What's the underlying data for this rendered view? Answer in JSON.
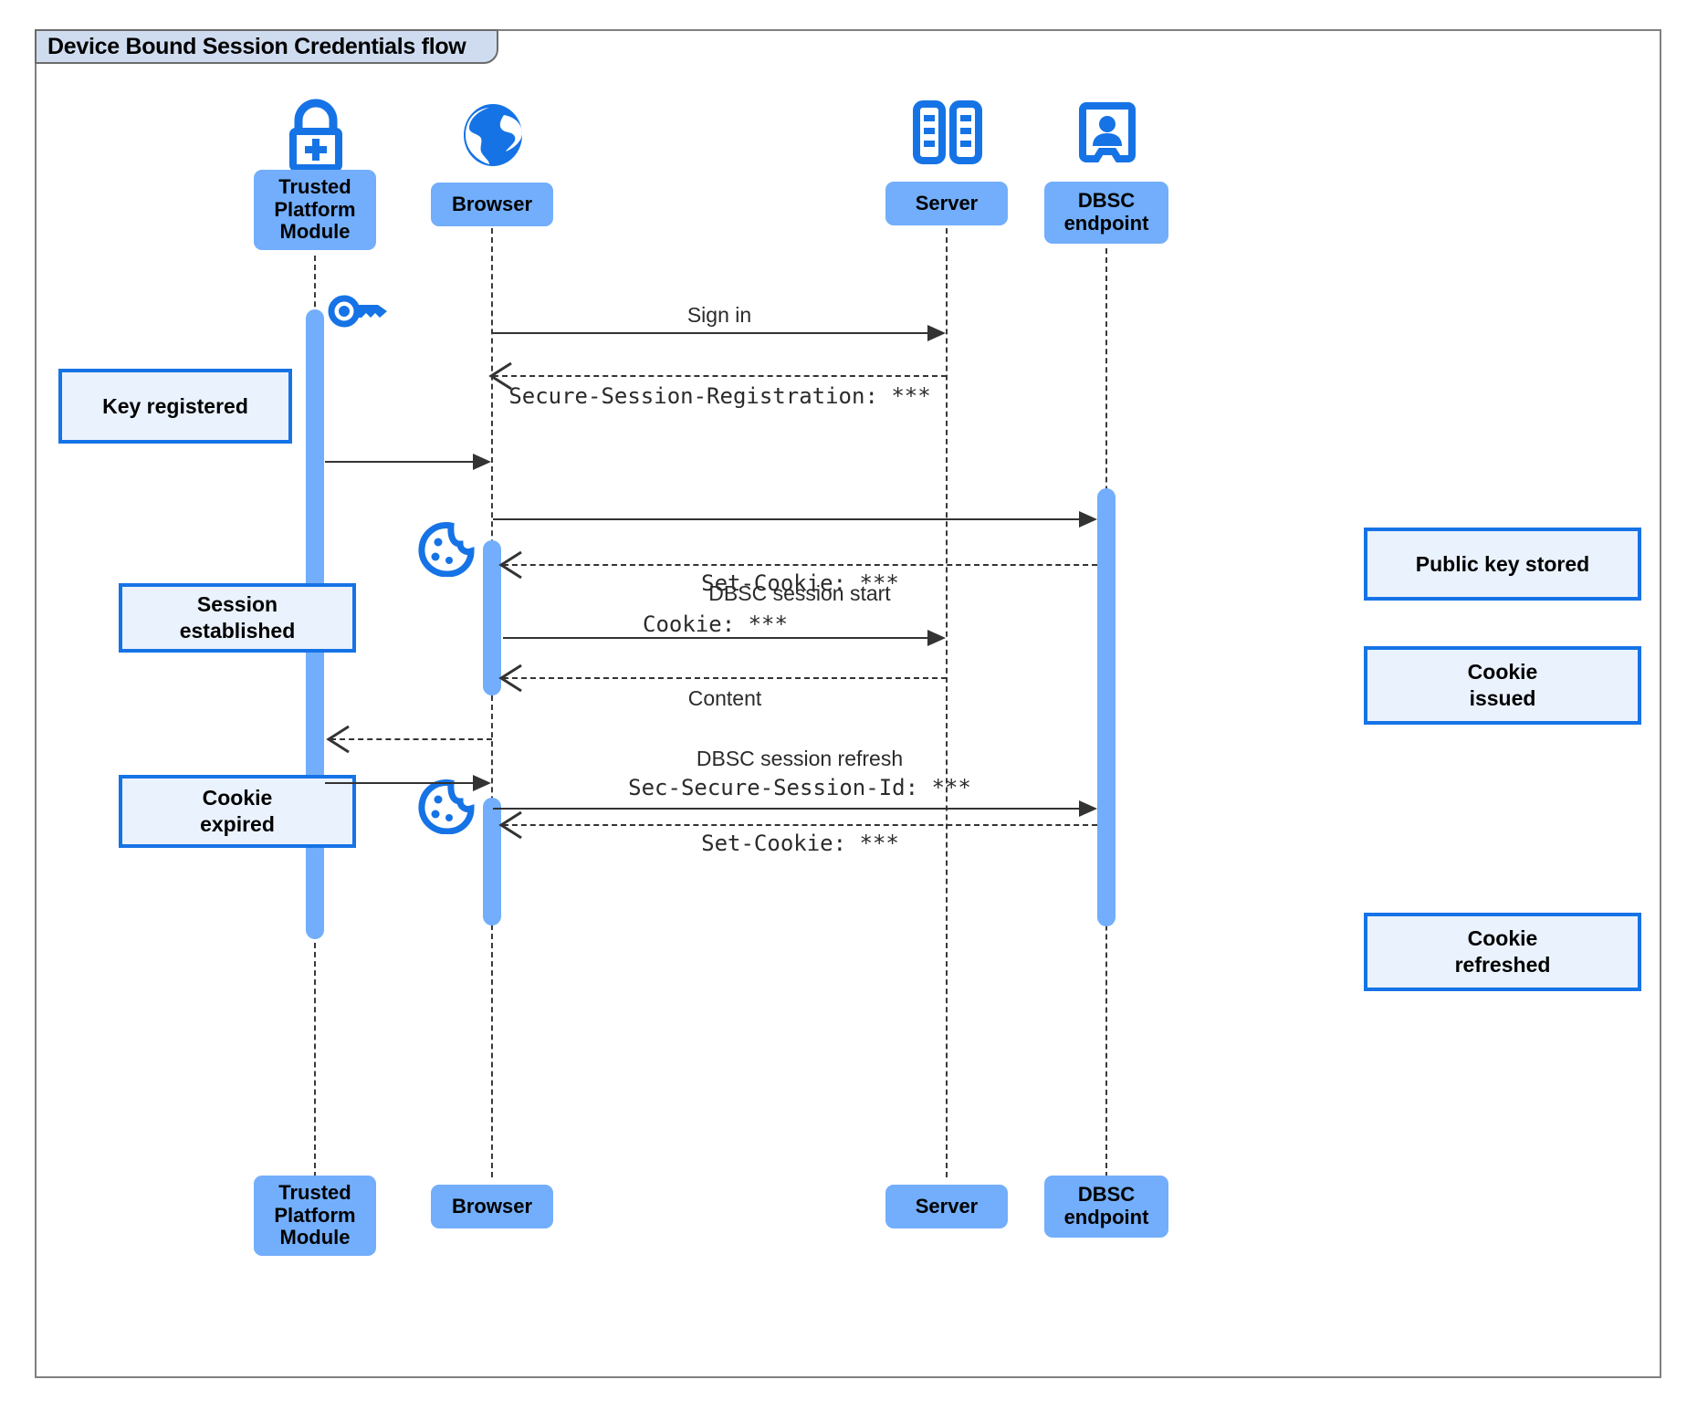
{
  "diagram": {
    "title": "Device Bound Session Credentials flow",
    "type": "sequence-diagram",
    "accent_color": "#1673e6",
    "participant_fill": "#72aefb",
    "note_fill": "#eaf2fd",
    "title_fill": "#cfdcf0"
  },
  "participants": [
    {
      "id": "tpm",
      "label": "Trusted\nPlatform\nModule",
      "icon": "lock-plus-icon"
    },
    {
      "id": "browser",
      "label": "Browser",
      "icon": "globe-icon"
    },
    {
      "id": "server",
      "label": "Server",
      "icon": "server-racks-icon"
    },
    {
      "id": "dbsc",
      "label": "DBSC\nendpoint",
      "icon": "id-badge-icon"
    }
  ],
  "participants_footer": [
    {
      "id": "tpm",
      "label": "Trusted\nPlatform\nModule"
    },
    {
      "id": "browser",
      "label": "Browser"
    },
    {
      "id": "server",
      "label": "Server"
    },
    {
      "id": "dbsc",
      "label": "DBSC\nendpoint"
    }
  ],
  "messages": [
    {
      "id": "m1",
      "text": "Sign in",
      "style": "sans",
      "from": "browser",
      "to": "server",
      "line": "solid"
    },
    {
      "id": "m2",
      "text": "Secure-Session-Registration: ***",
      "style": "mono",
      "from": "server",
      "to": "browser",
      "line": "dashed"
    },
    {
      "id": "m3",
      "text": "",
      "style": "sans",
      "from": "tpm",
      "to": "browser",
      "line": "solid"
    },
    {
      "id": "m4",
      "text": "DBSC session start",
      "style": "sans",
      "from": "browser",
      "to": "dbsc",
      "line": "solid"
    },
    {
      "id": "m5",
      "text": "Set-Cookie: ***",
      "style": "mono",
      "from": "dbsc",
      "to": "browser",
      "line": "dashed"
    },
    {
      "id": "m6",
      "text": "Cookie: ***",
      "style": "mono",
      "from": "browser",
      "to": "server",
      "line": "solid"
    },
    {
      "id": "m7",
      "text": "Content",
      "style": "sans",
      "from": "server",
      "to": "browser",
      "line": "dashed"
    },
    {
      "id": "m8",
      "text": "",
      "style": "sans",
      "from": "browser",
      "to": "tpm",
      "line": "dashed"
    },
    {
      "id": "m9",
      "text": "DBSC session refresh",
      "style": "sans",
      "from": "tpm",
      "to": "browser",
      "line": "solid"
    },
    {
      "id": "m10",
      "text": "Sec-Secure-Session-Id: ***",
      "style": "mono",
      "from": "browser",
      "to": "dbsc",
      "line": "solid"
    },
    {
      "id": "m11",
      "text": "Set-Cookie: ***",
      "style": "mono",
      "from": "dbsc",
      "to": "browser",
      "line": "dashed"
    }
  ],
  "notes": [
    {
      "id": "n1",
      "text": "Key registered",
      "side": "left",
      "anchor": "tpm"
    },
    {
      "id": "n2",
      "text": "Session\nestablished",
      "side": "left",
      "anchor": "tpm"
    },
    {
      "id": "n3",
      "text": "Cookie\nexpired",
      "side": "left",
      "anchor": "tpm"
    },
    {
      "id": "n4",
      "text": "Public key stored",
      "side": "right",
      "anchor": "dbsc"
    },
    {
      "id": "n5",
      "text": "Cookie\nissued",
      "side": "right",
      "anchor": "dbsc"
    },
    {
      "id": "n6",
      "text": "Cookie\nrefreshed",
      "side": "right",
      "anchor": "dbsc"
    }
  ],
  "inline_icons": [
    {
      "id": "key",
      "name": "key-icon",
      "near": "tpm"
    },
    {
      "id": "cookie1",
      "name": "cookie-icon",
      "near": "browser"
    },
    {
      "id": "cookie2",
      "name": "cookie-icon",
      "near": "browser"
    }
  ]
}
